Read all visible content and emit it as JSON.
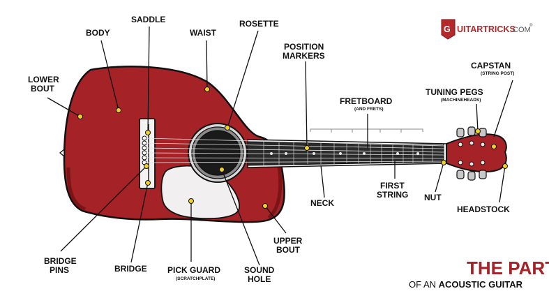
{
  "logo": {
    "brand_g": "G",
    "brand_mid": "UITARTRICKS",
    "brand_suffix": ".COM",
    "mark": "®"
  },
  "title": {
    "line1": "THE PARTS",
    "line2_prefix": "OF AN ",
    "line2_bold": "ACOUSTIC GUITAR"
  },
  "labels": {
    "body": "BODY",
    "saddle": "SADDLE",
    "waist": "WAIST",
    "rosette": "ROSETTE",
    "position_markers_1": "POSITION",
    "position_markers_2": "MARKERS",
    "lower_bout_1": "LOWER",
    "lower_bout_2": "BOUT",
    "fretboard": "FRETBOARD",
    "fretboard_sub": "(AND FRETS)",
    "capstan": "CAPSTAN",
    "capstan_sub": "(STRING POST)",
    "tuning_pegs": "TUNING PEGS",
    "tuning_pegs_sub": "(MACHINEHEADS)",
    "neck": "NECK",
    "first_string_1": "FIRST",
    "first_string_2": "STRING",
    "nut": "NUT",
    "headstock": "HEADSTOCK",
    "upper_bout_1": "UPPER",
    "upper_bout_2": "BOUT",
    "bridge_pins_1": "BRIDGE",
    "bridge_pins_2": "PINS",
    "bridge": "BRIDGE",
    "pick_guard": "PICK GUARD",
    "pick_guard_sub": "(SCRATCHPLATE)",
    "sound_hole_1": "SOUND",
    "sound_hole_2": "HOLE"
  },
  "colors": {
    "body": "#a52326",
    "body_shadow": "#7a1416",
    "outline": "#111111",
    "pickguard": "#f1efef",
    "fretboard": "#2a2a2a",
    "neck": "#ffffff",
    "dot": "#f2d024",
    "title": "#a52326"
  },
  "icons": [
    "guitartricks-logo-icon"
  ]
}
